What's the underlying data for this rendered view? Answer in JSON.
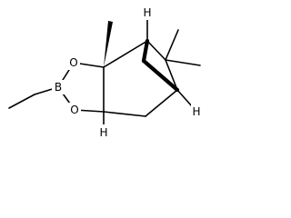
{
  "molecule": {
    "atoms": {
      "boron": "B",
      "oxygen_top": "O",
      "oxygen_bottom": "O",
      "hydrogen_top": "H",
      "hydrogen_bottom_left": "H",
      "hydrogen_right": "H"
    }
  }
}
